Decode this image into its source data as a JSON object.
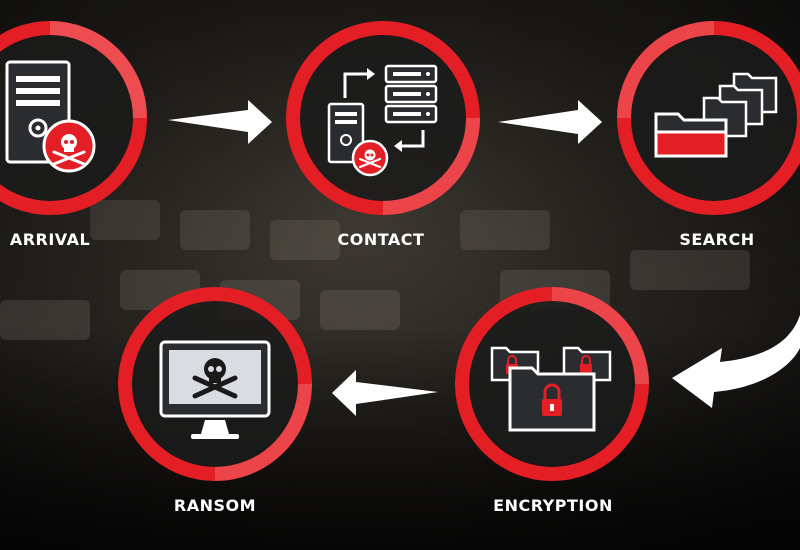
{
  "diagram": {
    "colors": {
      "ring": "#e31e24",
      "ring_light": "#f04a4f",
      "ring_dark": "#b01217",
      "fill": "#1a1a1a",
      "icon_stroke": "#ffffff",
      "icon_fill": "#2a2c30",
      "accent": "#e31e24",
      "label": "#ffffff"
    },
    "stages": [
      {
        "id": "arrival",
        "label": "ARRIVAL",
        "icon": "infected-server-icon"
      },
      {
        "id": "contact",
        "label": "CONTACT",
        "icon": "c2-servers-icon"
      },
      {
        "id": "search",
        "label": "SEARCH",
        "icon": "folders-search-icon"
      },
      {
        "id": "encryption",
        "label": "ENCRYPTION",
        "icon": "locked-folders-icon"
      },
      {
        "id": "ransom",
        "label": "RANSOM",
        "icon": "skull-monitor-icon"
      }
    ]
  }
}
